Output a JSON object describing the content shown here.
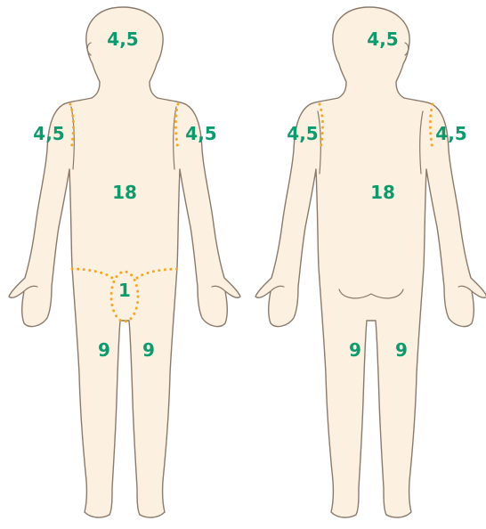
{
  "colors": {
    "label": "#0f9a6e",
    "zone_line": "#f5a623",
    "skin": "#fcf0e0",
    "outline": "#8a7a6c"
  },
  "front": {
    "head": "4,5",
    "left_arm": "4,5",
    "right_arm": "4,5",
    "trunk": "18",
    "genitals": "1",
    "left_leg": "9",
    "right_leg": "9"
  },
  "back": {
    "head": "4,5",
    "left_arm": "4,5",
    "right_arm": "4,5",
    "trunk": "18",
    "left_leg": "9",
    "right_leg": "9"
  }
}
